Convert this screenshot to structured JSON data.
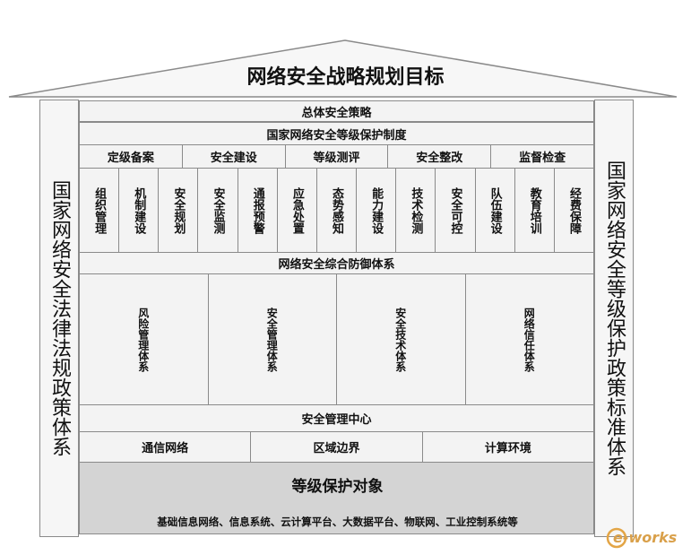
{
  "roof": {
    "title": "网络安全战略规划目标"
  },
  "left_pillar": {
    "label": "国家网络安全法律法规政策体系"
  },
  "right_pillar": {
    "label": "国家网络安全等级保护政策标准体系"
  },
  "rows": {
    "overall_strategy": "总体安全策略",
    "protection_system": "国家网络安全等级保护制度",
    "stages": [
      "定级备案",
      "安全建设",
      "等级测评",
      "安全整改",
      "监督检查"
    ],
    "measures": [
      "组织管理",
      "机制建设",
      "安全规划",
      "安全监测",
      "通报预警",
      "应急处置",
      "态势感知",
      "能力建设",
      "技术检测",
      "安全可控",
      "队伍建设",
      "教育培训",
      "经费保障"
    ],
    "defense_system": "网络安全综合防御体系",
    "systems": [
      "风险管理体系",
      "安全管理体系",
      "安全技术体系",
      "网络信任体系"
    ],
    "management_center": "安全管理中心",
    "environment": [
      "通信网络",
      "区域边界",
      "计算环境"
    ]
  },
  "base": {
    "title": "等级保护对象",
    "subtitle": "基础信息网络、信息系统、云计算平台、大数据平台、物联网、工业控制系统等"
  },
  "watermark": {
    "text": "e-works"
  }
}
